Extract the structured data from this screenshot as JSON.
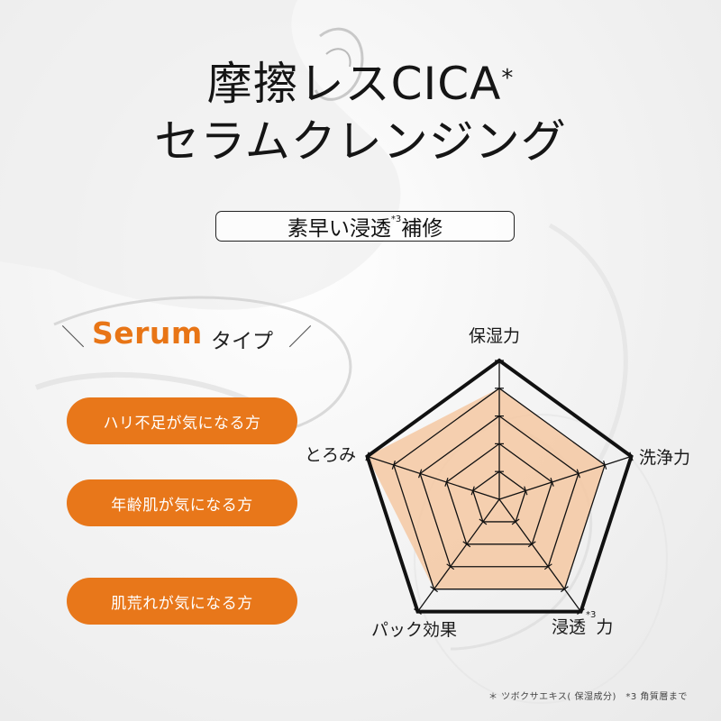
{
  "title": {
    "line1": "摩擦レスCICA",
    "line1_mark": "*",
    "line2": "セラムクレンジング"
  },
  "tagline": {
    "before": "素早い浸透",
    "mark": "*3",
    "after": "補修"
  },
  "type": {
    "slash_left": "＼",
    "name": "Serum",
    "suffix": "タイプ",
    "slash_right": "／"
  },
  "recommendations": [
    {
      "label": "ハリ不足が気になる方"
    },
    {
      "label": "年齢肌が気になる方"
    },
    {
      "label": "肌荒れが気になる方"
    }
  ],
  "radar": {
    "levels": 5,
    "axes": [
      {
        "label": "保湿力",
        "mark": "",
        "value": 0.8
      },
      {
        "label": "洗浄力",
        "mark": "",
        "value": 0.8
      },
      {
        "label": "浸透",
        "mark": "*3",
        "suffix": "力",
        "value": 0.8
      },
      {
        "label": "パック効果",
        "mark": "",
        "value": 0.8
      },
      {
        "label": "とろみ",
        "mark": "",
        "value": 1.0
      }
    ],
    "fill_color": "#f5c8a2",
    "outline_color": "#111111"
  },
  "footnote": "＊ ツボクサエキス( 保湿成分)　*3 角質層まで",
  "colors": {
    "accent": "#e8771a"
  }
}
